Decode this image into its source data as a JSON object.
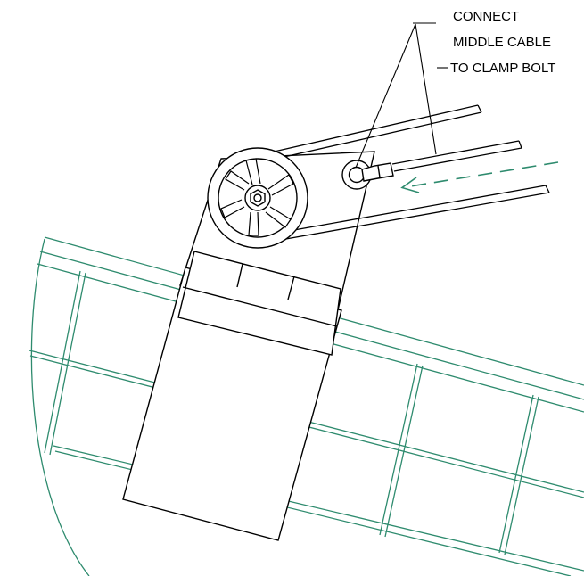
{
  "callout": {
    "line1": "CONNECT",
    "line2": "MIDDLE CABLE",
    "line3": "TO CLAMP BOLT"
  },
  "colors": {
    "ink": "#000000",
    "mesh": "#2e8b6e",
    "arrow": "#2e8b6e",
    "background": "#ffffff"
  },
  "icons": {
    "direction_arrow": "dashed-arrow-left-icon",
    "pulley": "pulley-wheel-icon",
    "clamp_bolt": "clamp-bolt-icon"
  }
}
